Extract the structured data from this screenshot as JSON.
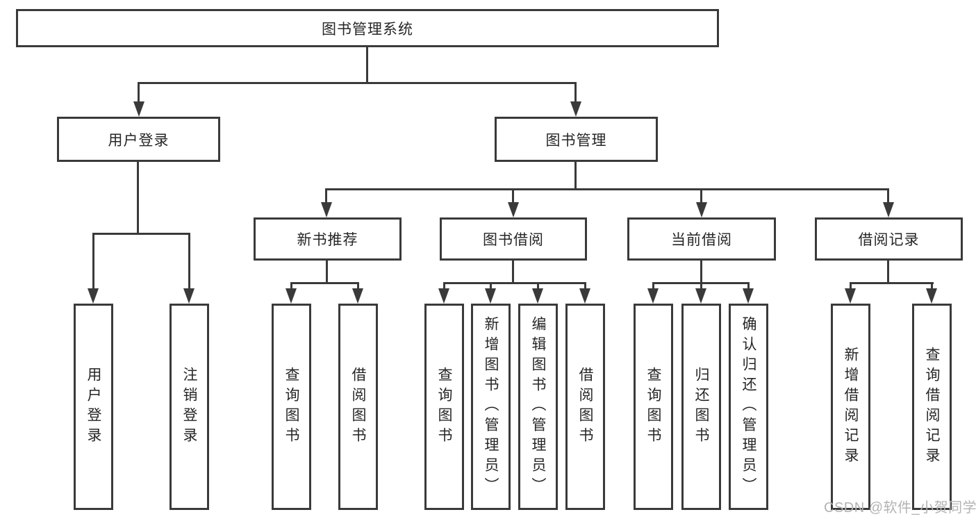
{
  "page": {
    "watermark": "CSDN @软件_小贺同学",
    "colors": {
      "line": "#3a3a3a",
      "box_border": "#3a3a3a",
      "text": "#262626",
      "watermark": "#b3b3b3",
      "background": "#ffffff"
    }
  },
  "nodes": {
    "root": {
      "label": "图书管理系统"
    },
    "user_login": {
      "label": "用户登录"
    },
    "book_mgmt": {
      "label": "图书管理"
    },
    "new_books": {
      "label": "新书推荐"
    },
    "book_borrow": {
      "label": "图书借阅"
    },
    "current_borrow": {
      "label": "当前借阅"
    },
    "borrow_records": {
      "label": "借阅记录"
    },
    "leaves": {
      "user_login": {
        "label": "用户登录"
      },
      "logout": {
        "label": "注销登录"
      },
      "nb_query": {
        "label": "查询图书"
      },
      "nb_borrow": {
        "label": "借阅图书"
      },
      "bb_query": {
        "label": "查询图书"
      },
      "bb_add": {
        "label": "新增图书（管理员）"
      },
      "bb_edit": {
        "label": "编辑图书（管理员）"
      },
      "bb_borrow": {
        "label": "借阅图书"
      },
      "cb_query": {
        "label": "查询图书"
      },
      "cb_return": {
        "label": "归还图书"
      },
      "cb_confirm": {
        "label": "确认归还（管理员）"
      },
      "br_add": {
        "label": "新增借阅记录"
      },
      "br_query": {
        "label": "查询借阅记录"
      }
    }
  }
}
